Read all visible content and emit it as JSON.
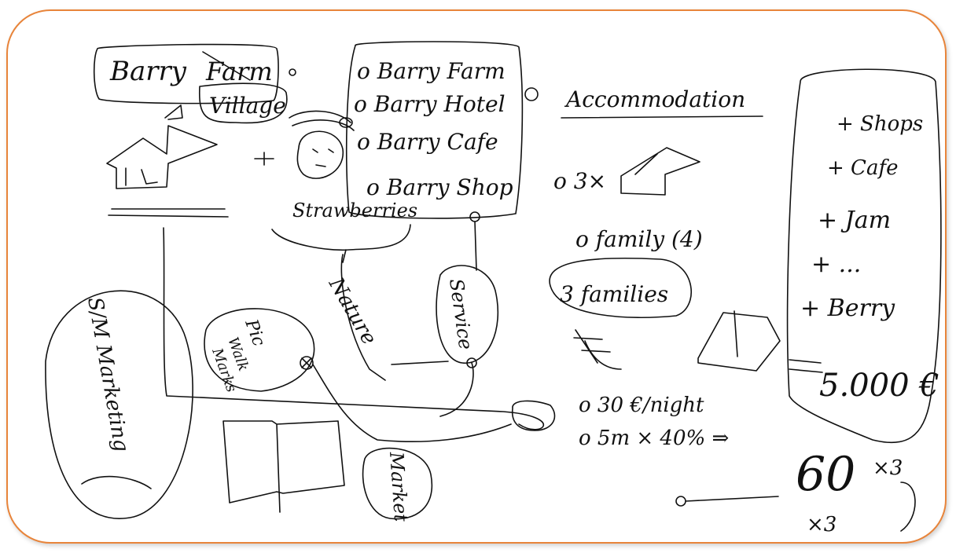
{
  "board": {
    "frame_color": "#e8843a",
    "ink_color": "#111111",
    "background": "#ffffff"
  },
  "labels": {
    "title_barry": "Barry",
    "title_farm_struck": "Farm",
    "title_village": "Village",
    "menu_farm": "o Barry Farm",
    "menu_hotel": "o Barry Hotel",
    "menu_cafe": "o Barry Cafe",
    "menu_shop": "o Barry Shop",
    "strawberries": "Strawberries",
    "accommodation": "Accommodation",
    "three_x": "o 3×",
    "family_4": "o family (4)",
    "three_families": "3 families",
    "price_night": "o 30 €/night",
    "five_m": "o 5m × 40% ⇒",
    "sixty": "60",
    "x3_top": "×3",
    "x3_bottom": "×3",
    "shops": "+ Shops",
    "cafe": "+ Cafe",
    "jam": "+ Jam",
    "more": "+ ...",
    "berry": "+ Berry",
    "five_thousand": "5.000 €",
    "nature": "Nature",
    "service": "Service",
    "pic": "Pic",
    "walk": "Walk",
    "marks": "Marks",
    "market": "Market",
    "sm_marketing": "S/M Marketing"
  }
}
